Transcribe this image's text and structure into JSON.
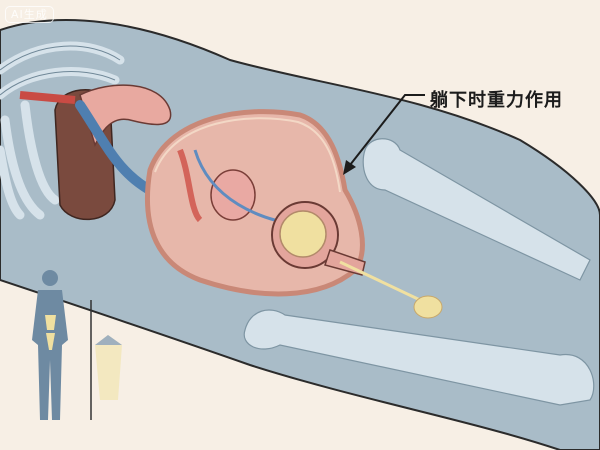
{
  "watermark": {
    "text": "AI生成"
  },
  "annotation": {
    "label": "躺下时重力作用",
    "arrow_target": "pelvic-floor"
  },
  "colors": {
    "background": "#f7efe5",
    "body": "#a9bcc8",
    "bone": "#d6e2ea",
    "outline": "#2b2b2b",
    "vessel_blue": "#4f7fb0",
    "tissue_pink": "#e2a7a0",
    "muscle_red": "#d3645a",
    "liver_brown": "#7a4a3e",
    "urine_yellow": "#f0e0a0"
  },
  "figure": {
    "description": "Cross-section illustration of a body lying down, showing organs, pelvis, bladder and urethra with gravity effect",
    "parts": [
      "ribcage",
      "liver",
      "stomach",
      "vena-cava",
      "pelvic-cavity",
      "uterus",
      "bladder",
      "urethra",
      "femur-upper",
      "femur-lower",
      "inset-standing-figure"
    ]
  }
}
